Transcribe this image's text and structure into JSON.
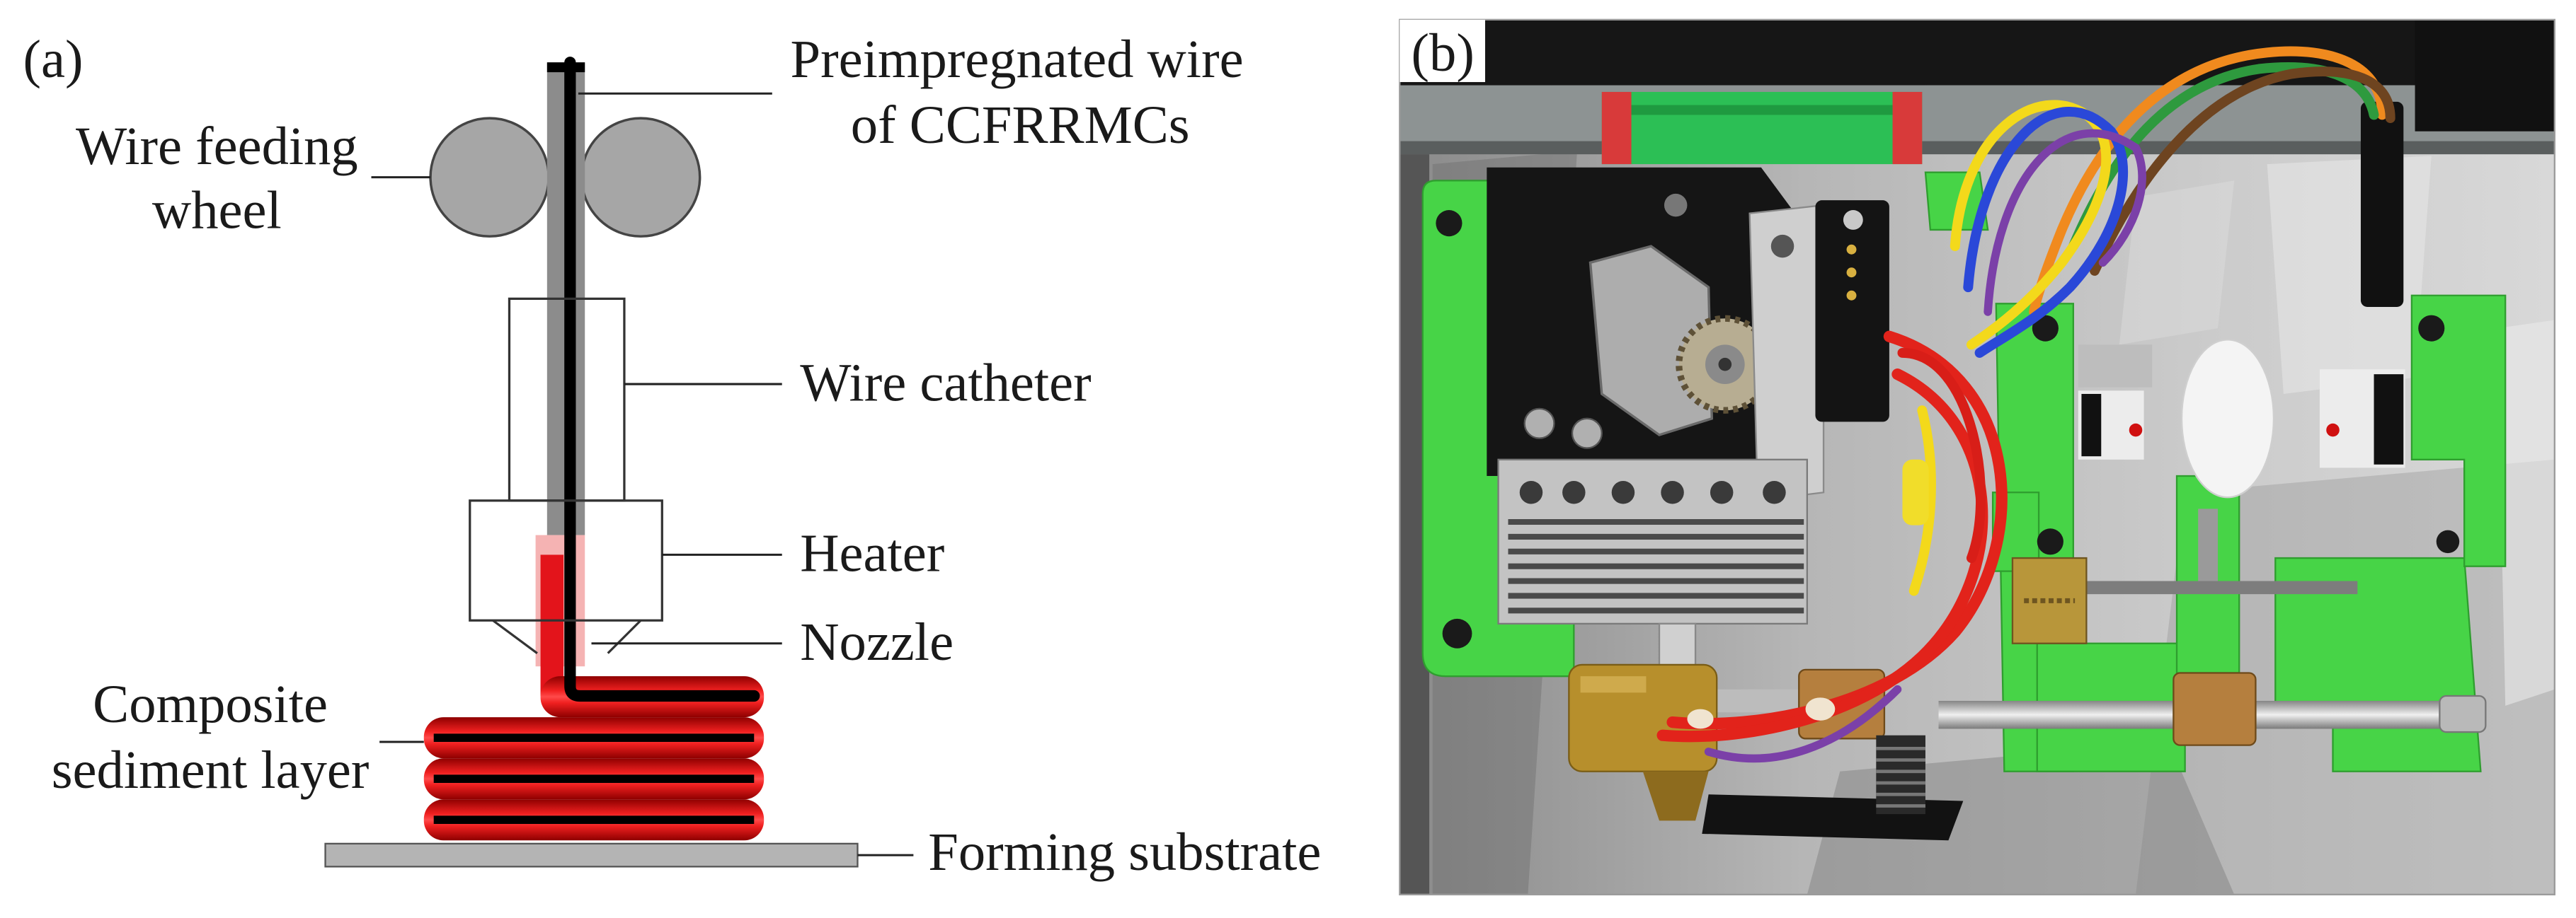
{
  "panel_a": {
    "label": "(a)",
    "labels": {
      "wire_line1": "Preimpregnated wire",
      "wire_line2": "of CCFRRMCs",
      "wheel_line1": "Wire feeding",
      "wheel_line2": "wheel",
      "catheter": "Wire catheter",
      "heater": "Heater",
      "nozzle": "Nozzle",
      "layer_line1": "Composite",
      "layer_line2": "sediment layer",
      "substrate": "Forming substrate"
    },
    "colors": {
      "wheel": "#a6a6a6",
      "wire_sheath": "#8c8c8c",
      "fiber_core": "#000000",
      "resin_melt": "#f5b3b3",
      "composite": "#e3141b",
      "substrate": "#b4b4b4"
    }
  },
  "panel_b": {
    "label": "(b)"
  }
}
